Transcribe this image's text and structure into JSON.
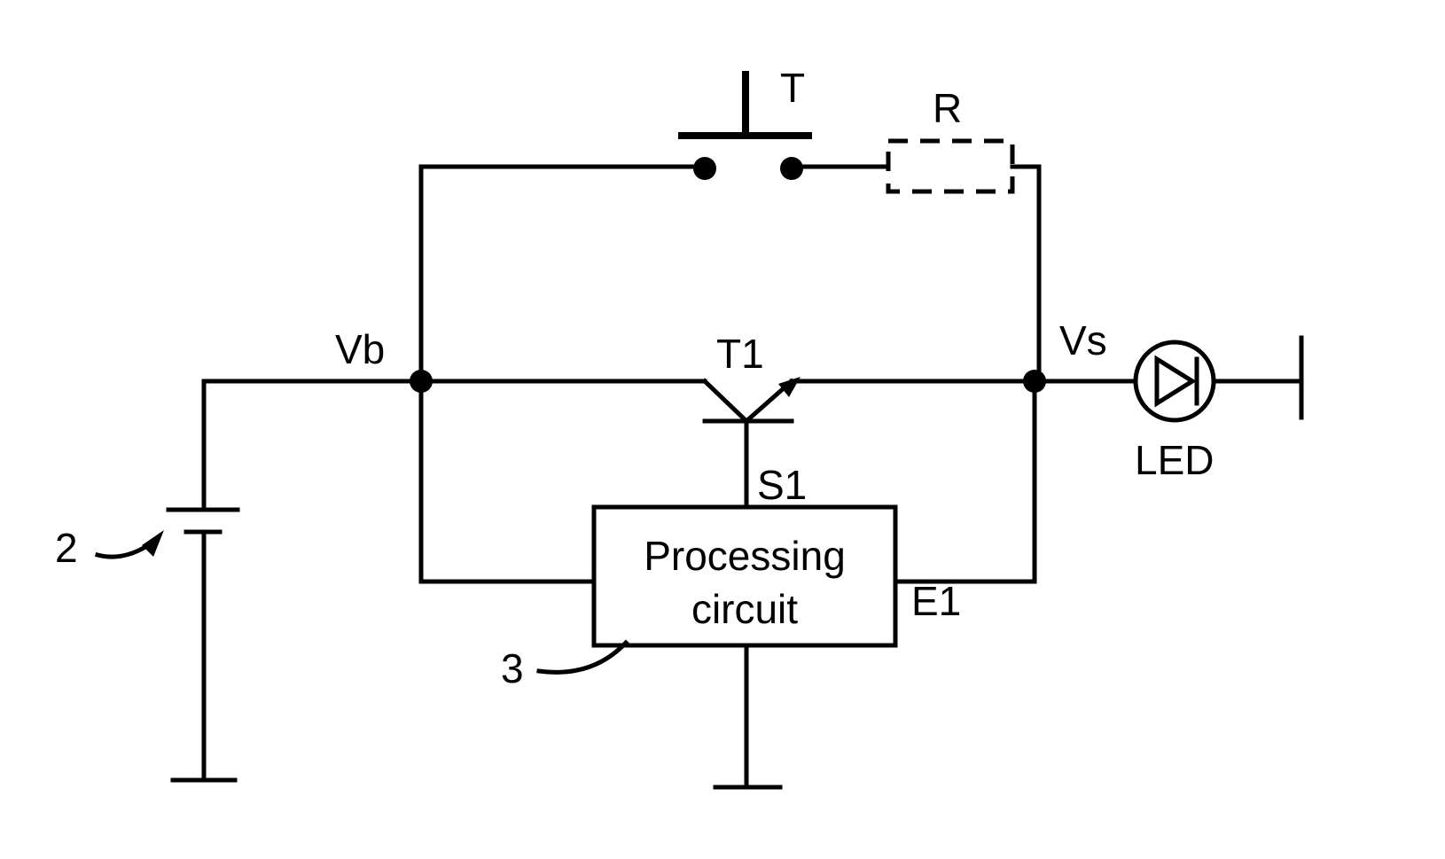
{
  "labels": {
    "push_button": "T",
    "resistor": "R",
    "node_left": "Vb",
    "node_right": "Vs",
    "transistor": "T1",
    "output_signal": "S1",
    "input_signal": "E1",
    "led": "LED",
    "battery_ref": "2",
    "circuit_ref": "3"
  },
  "processing_circuit": {
    "line1": "Processing",
    "line2": "circuit"
  },
  "colors": {
    "ink": "#000000",
    "background": "#ffffff"
  }
}
